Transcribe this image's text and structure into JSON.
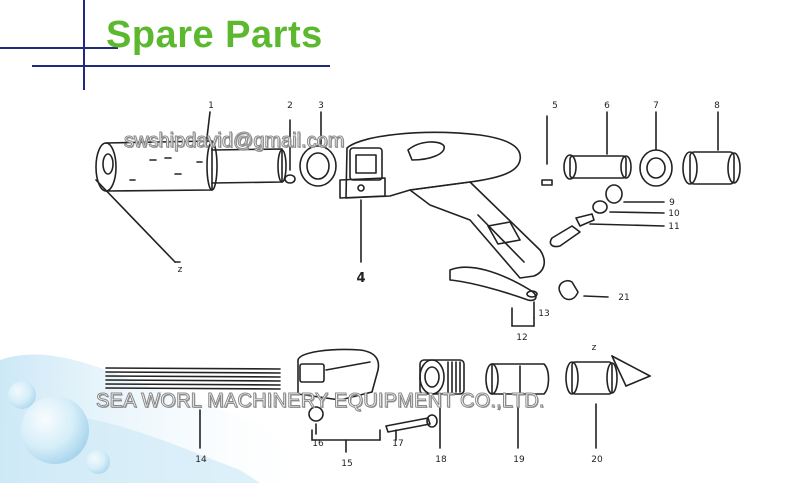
{
  "title": "Spare Parts",
  "watermarks": {
    "email": "swshipdavid@gmail.com",
    "company": "SEA WORL MACHINERY EQUIPMENT CO.,LTD."
  },
  "callouts": {
    "n1": "1",
    "n2": "2",
    "n3": "3",
    "n4": "4",
    "n5": "5",
    "n6": "6",
    "n7": "7",
    "n8": "8",
    "n9": "9",
    "n10": "10",
    "n11": "11",
    "n12": "12",
    "n13": "13",
    "n14": "14",
    "n15": "15",
    "n16": "16",
    "n17": "17",
    "n18": "18",
    "n19": "19",
    "n20": "20",
    "n21": "21",
    "z1": "z",
    "z2": "z"
  },
  "colors": {
    "title": "#5cb82e",
    "rule": "#1f2a7a",
    "ink": "#222222"
  }
}
